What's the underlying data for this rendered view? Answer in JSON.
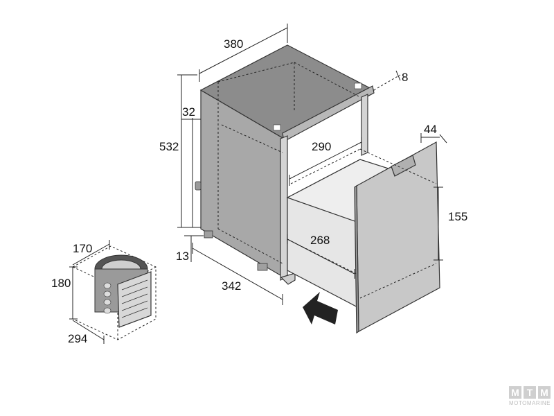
{
  "dimensions": {
    "width_top": "380",
    "side_gap": "8",
    "height_total": "532",
    "offset_top": "32",
    "drawer_width_top": "290",
    "panel_thickness": "44",
    "drawer_height": "155",
    "drawer_width_bottom": "268",
    "foot_height": "13",
    "depth": "342"
  },
  "compressor": {
    "depth": "170",
    "height": "180",
    "width": "294"
  },
  "logo": {
    "letters": [
      "M",
      "T",
      "M"
    ],
    "subtitle": "MOTOMARINE"
  },
  "colors": {
    "fridge_gray": "#a4a4a4",
    "top_gray": "#8a8a8a",
    "drawer_panel": "#c9c9c9",
    "inner_drawer": "#e4e4e4",
    "arrow": "#222222"
  }
}
